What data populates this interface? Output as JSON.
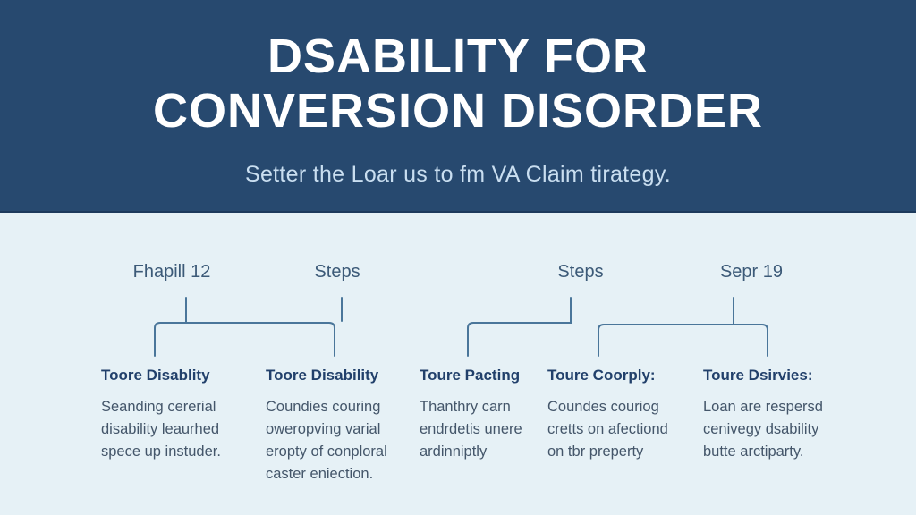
{
  "header": {
    "title_line1": "DSABILITY FOR",
    "title_line2": "CONVERSION DISORDER",
    "subtitle": "Setter the Loar us to fm VA Claim tirategy."
  },
  "timeline_labels": [
    {
      "text": "Fhapill 12"
    },
    {
      "text": "Steps"
    },
    {
      "text": "Steps"
    },
    {
      "text": "Sepr 19"
    }
  ],
  "columns": [
    {
      "heading": "Toore Disablity",
      "body": "Seanding cererial\ndisability leaurhed\nspece up instuder."
    },
    {
      "heading": "Toore Disability",
      "body": "Coundies couring\noweropving varial\neropty of conploral\ncaster eniection."
    },
    {
      "heading": "Toure Pacting",
      "body": "Thanthry carn\nendrdetis unere\nardinniptly"
    },
    {
      "heading": "Toure Coorply:",
      "body": "Coundes couriog\ncretts on afectiond\non tbr preperty"
    },
    {
      "heading": "Toure Dsirvies:",
      "body": "Loan are respersd\ncenivegy dsability\nbutte arctiparty."
    }
  ],
  "colors": {
    "header_bg": "#27496f",
    "body_bg": "#e6f1f6",
    "title_text": "#ffffff",
    "subtitle_text": "#c9def0",
    "label_text": "#3c5a78",
    "heading_text": "#21406b",
    "body_text": "#44566a",
    "connector_line": "#4a769a"
  }
}
